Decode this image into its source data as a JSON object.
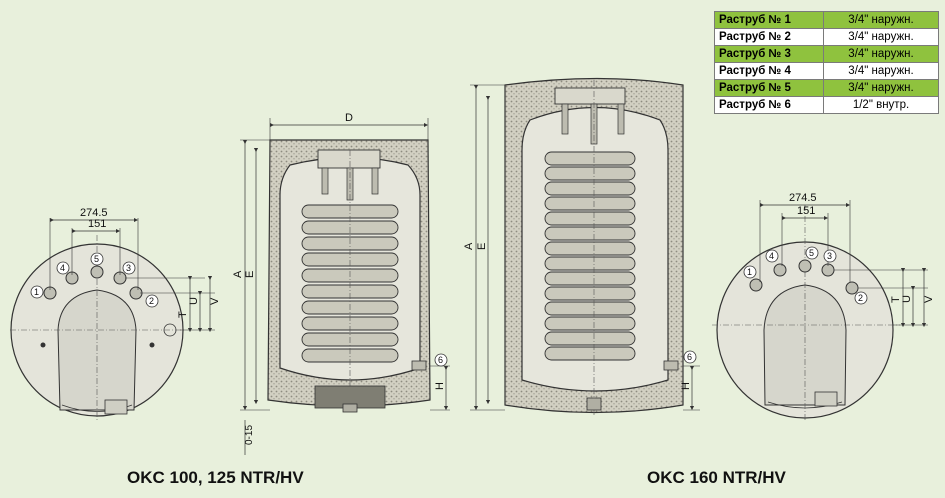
{
  "legend": [
    {
      "name": "Раструб № 1",
      "value": "3/4\" наружн."
    },
    {
      "name": "Раструб № 2",
      "value": "3/4\" наружн."
    },
    {
      "name": "Раструб № 3",
      "value": "3/4\" наружн."
    },
    {
      "name": "Раструб № 4",
      "value": "3/4\" наружн."
    },
    {
      "name": "Раструб № 5",
      "value": "3/4\" наружн."
    },
    {
      "name": "Раструб № 6",
      "value": "1/2\" внутр."
    }
  ],
  "captions": {
    "left": "OKC 100, 125 NTR/HV",
    "right": "OKC 160 NTR/HV"
  },
  "dims": {
    "width_outer": "274.5",
    "width_inner": "151",
    "D": "D",
    "A": "A",
    "E": "E",
    "T": "T",
    "U": "U",
    "V": "V",
    "H": "H",
    "feet": "0-15"
  },
  "nozzles": [
    "1",
    "2",
    "3",
    "4",
    "5",
    "6"
  ],
  "colors": {
    "background": "#e8f0dc",
    "insulation": "#cfcdbf",
    "tank": "#e6e6dc",
    "coil": "#c9c8bb",
    "legend_accent": "#8fc23e"
  }
}
